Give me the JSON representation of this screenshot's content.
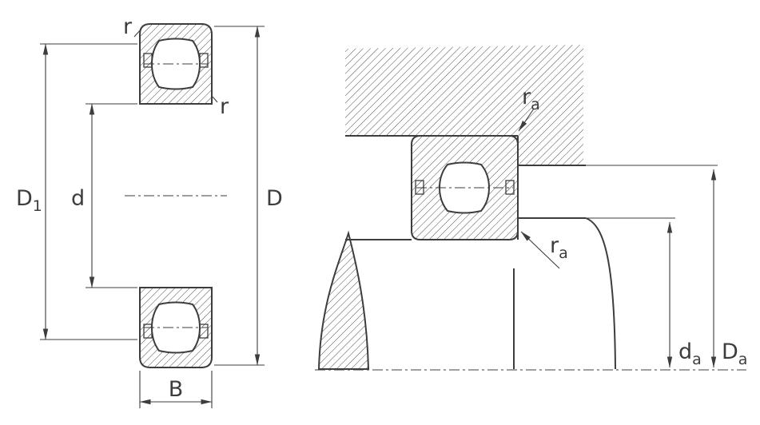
{
  "colors": {
    "line": "#3d3d3d",
    "hatch": "#4f4f4f",
    "background": "#ffffff"
  },
  "left_view": {
    "labels": {
      "D1": {
        "main": "D",
        "sub": "1"
      },
      "d": {
        "main": "d"
      },
      "D": {
        "main": "D"
      },
      "B": {
        "main": "B"
      },
      "r_outer": {
        "main": "r"
      },
      "r_inner": {
        "main": "r"
      }
    }
  },
  "right_view": {
    "labels": {
      "ra_housing": {
        "main": "r",
        "sub": "a"
      },
      "ra_shaft": {
        "main": "r",
        "sub": "a"
      },
      "da": {
        "main": "d",
        "sub": "a"
      },
      "Da": {
        "main": "D",
        "sub": "a"
      }
    }
  }
}
